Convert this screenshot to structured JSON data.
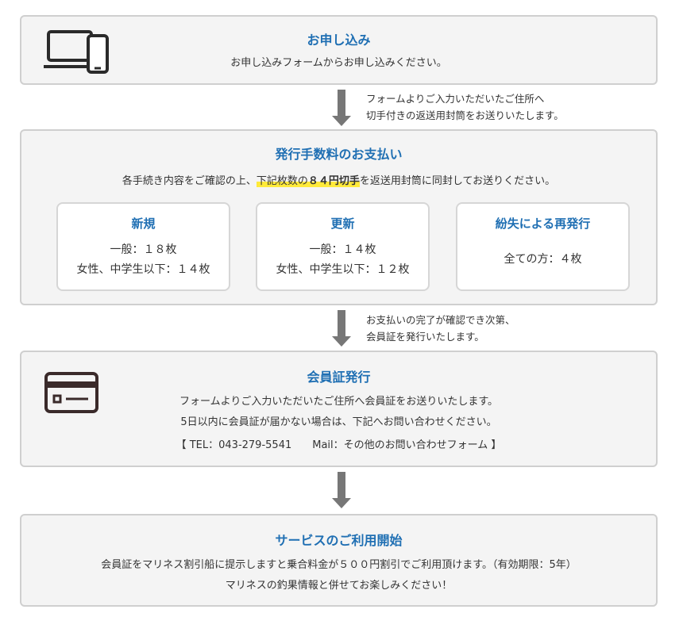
{
  "steps": {
    "apply": {
      "title": "お申し込み",
      "text": "お申し込みフォームからお申し込みください。"
    },
    "payment": {
      "title": "発行手数料のお支払い",
      "text_before": "各手続き内容をご確認の上、",
      "text_highlight_plain": "下記枚数の",
      "text_highlight_bold": "８４円切手",
      "text_after": "を返送用封筒に同封してお送りください。",
      "cards": [
        {
          "title": "新規",
          "lines": [
            "一般：１８枚",
            "女性、中学生以下：１４枚"
          ]
        },
        {
          "title": "更新",
          "lines": [
            "一般：１４枚",
            "女性、中学生以下：１２枚"
          ]
        },
        {
          "title": "紛失による再発行",
          "lines": [
            "全ての方：４枚"
          ]
        }
      ]
    },
    "issue": {
      "title": "会員証発行",
      "line1": "フォームよりご入力いただいたご住所へ会員証をお送りいたします。",
      "line2": "5日以内に会員証が届かない場合は、下記へお問い合わせください。",
      "contact": "【 TEL：043-279-5541　　Mail：その他のお問い合わせフォーム 】"
    },
    "start": {
      "title": "サービスのご利用開始",
      "line1": "会員証をマリネス割引船に提示しますと乗合料金が５００円割引でご利用頂けます。（有効期限：5年）",
      "line2": "マリネスの釣果情報と併せてお楽しみください！"
    }
  },
  "arrows": [
    {
      "note_lines": [
        "フォームよりご入力いただいたご住所へ",
        "切手付きの返送用封筒をお送りいたします。"
      ]
    },
    {
      "note_lines": [
        "お支払いの完了が確認でき次第、",
        "会員証を発行いたします。"
      ]
    }
  ],
  "icons": {
    "devices": "laptop-phone-icon",
    "card": "membership-card-icon"
  },
  "colors": {
    "title_blue": "#1f6fb3",
    "highlight_yellow": "#ffea3a",
    "arrow_gray": "#777777"
  }
}
